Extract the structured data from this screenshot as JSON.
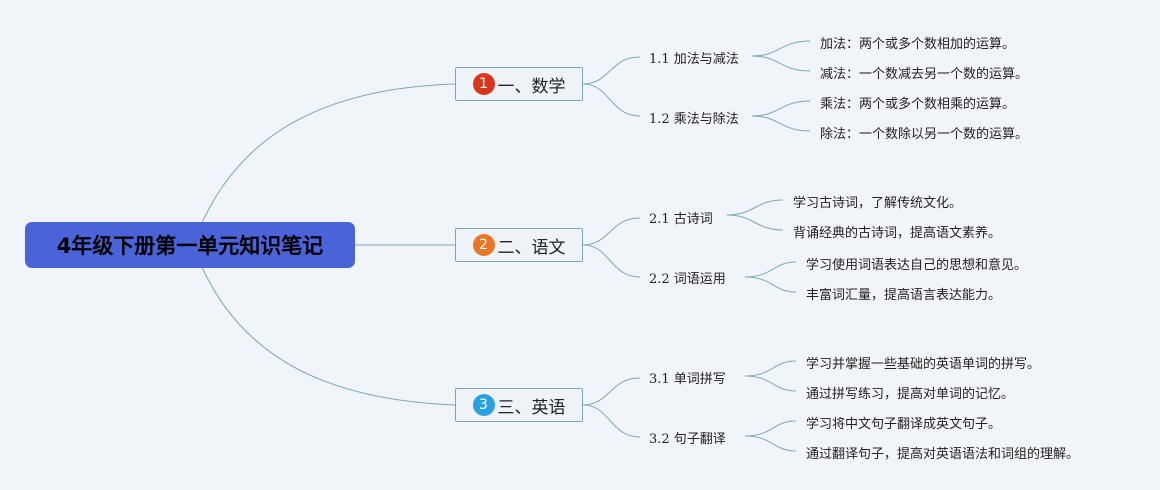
{
  "root": {
    "title": "4年级下册第一单元知识笔记"
  },
  "branches": [
    {
      "badge": "1",
      "badge_color": "#d9361f",
      "label": "一、数学",
      "subs": [
        {
          "label": "1.1 加法与减法",
          "leaves": [
            "加法：两个或多个数相加的运算。",
            "减法：一个数减去另一个数的运算。"
          ]
        },
        {
          "label": "1.2 乘法与除法",
          "leaves": [
            "乘法：两个或多个数相乘的运算。",
            "除法：一个数除以另一个数的运算。"
          ]
        }
      ]
    },
    {
      "badge": "2",
      "badge_color": "#e8772a",
      "label": "二、语文",
      "subs": [
        {
          "label": "2.1 古诗词",
          "leaves": [
            "学习古诗词，了解传统文化。",
            "背诵经典的古诗词，提高语文素养。"
          ]
        },
        {
          "label": "2.2 词语运用",
          "leaves": [
            "学习使用词语表达自己的思想和意见。",
            "丰富词汇量，提高语言表达能力。"
          ]
        }
      ]
    },
    {
      "badge": "3",
      "badge_color": "#2aa0e0",
      "label": "三、英语",
      "subs": [
        {
          "label": "3.1 单词拼写",
          "leaves": [
            "学习并掌握一些基础的英语单词的拼写。",
            "通过拼写练习，提高对单词的记忆。"
          ]
        },
        {
          "label": "3.2 句子翻译",
          "leaves": [
            "学习将中文句子翻译成英文句子。",
            "通过翻译句子，提高对英语语法和词组的理解。"
          ]
        }
      ]
    }
  ],
  "colors": {
    "root_fill": "#4a63d8",
    "branch_fill": "#edf3f7",
    "branch_border": "#78a8b4",
    "link": "#7aaab5",
    "background": "#f1f4f9"
  }
}
